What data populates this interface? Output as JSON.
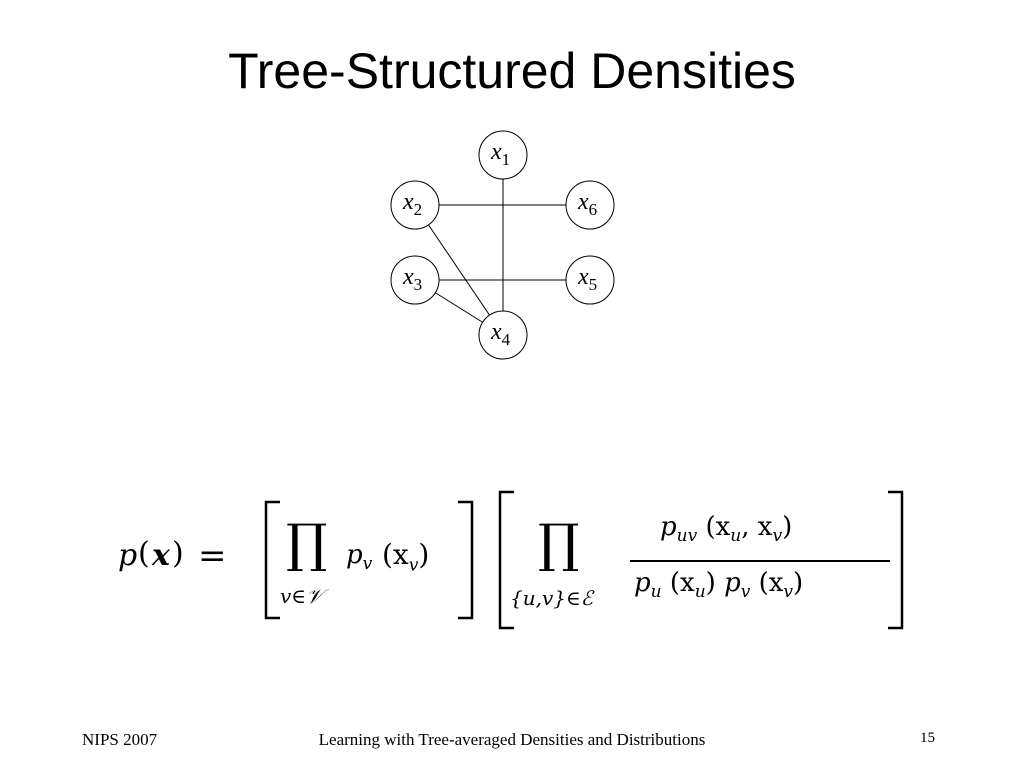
{
  "slide": {
    "title": "Tree-Structured Densities",
    "footer_left": "NIPS 2007",
    "footer_center": "Learning with Tree-averaged Densities and Distributions",
    "page_number": "15"
  },
  "graph": {
    "nodes": [
      {
        "id": "x1",
        "var": "x",
        "sub": "1"
      },
      {
        "id": "x2",
        "var": "x",
        "sub": "2"
      },
      {
        "id": "x6",
        "var": "x",
        "sub": "6"
      },
      {
        "id": "x3",
        "var": "x",
        "sub": "3"
      },
      {
        "id": "x5",
        "var": "x",
        "sub": "5"
      },
      {
        "id": "x4",
        "var": "x",
        "sub": "4"
      }
    ],
    "edges": [
      [
        "x2",
        "x6"
      ],
      [
        "x3",
        "x5"
      ],
      [
        "x1",
        "x4"
      ],
      [
        "x2",
        "x4"
      ],
      [
        "x3",
        "x4"
      ]
    ]
  },
  "formula": {
    "lhs_p": "p",
    "lhs_paren_open": "(",
    "lhs_x": "x",
    "lhs_paren_close": ")",
    "equals": "=",
    "prod1": "∏",
    "prod1_term": "p",
    "prod1_term_sub": "v",
    "prod1_term_arg": "(x",
    "prod1_term_arg_sub": "v",
    "prod1_term_arg_close": ")",
    "prod1_under": "v∈𝒱",
    "prod2": "∏",
    "prod2_under": "{u,v}∈ℰ",
    "numerator": "p",
    "numerator_sub": "uv",
    "numerator_arg": "(x",
    "numerator_arg_sub1": "u",
    "numerator_arg_mid": ", x",
    "numerator_arg_sub2": "v",
    "numerator_arg_close": ")",
    "denominator_p1": "p",
    "denominator_p1_sub": "u",
    "denominator_arg1": "(x",
    "denominator_arg1_sub": "u",
    "denominator_arg1_close": ")",
    "denominator_p2": "p",
    "denominator_p2_sub": "v",
    "denominator_arg2": "(x",
    "denominator_arg2_sub": "v",
    "denominator_arg2_close": ")"
  }
}
